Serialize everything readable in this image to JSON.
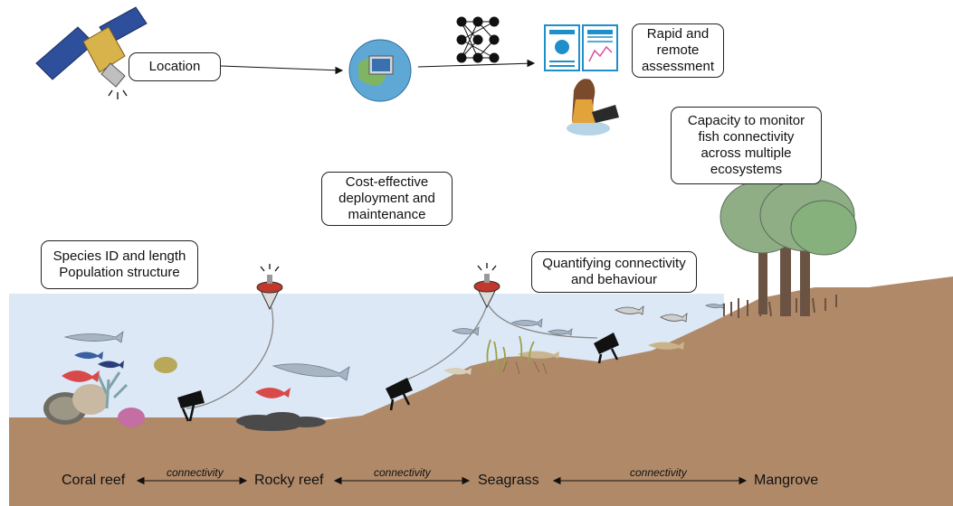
{
  "callouts": {
    "location": "Location",
    "rapid": "Rapid and\nremote\nassessment",
    "capacity": "Capacity to monitor\nfish connectivity\nacross multiple\necosystems",
    "cost": "Cost-effective\ndeployment and\nmaintenance",
    "species": "Species ID and length\nPopulation structure",
    "quantifying": "Quantifying connectivity\nand behaviour"
  },
  "ecosystems": [
    "Coral reef",
    "Rocky reef",
    "Seagrass",
    "Mangrove"
  ],
  "connectivity_label": "connectivity",
  "colors": {
    "water": "#dde8f6",
    "sediment": "#b08968",
    "tree_canopy": "#8fae86",
    "tree_trunk": "#6b5344",
    "camera": "#111111",
    "buoy_red": "#c0392b",
    "document_border": "#1f8fc9"
  },
  "icons": [
    "satellite-icon",
    "globe-computer-icon",
    "neural-network-icon",
    "report-documents-icon",
    "analyst-laptop-icon",
    "buoy-icon",
    "underwater-camera-icon",
    "fish-icon",
    "coral-icon",
    "mangrove-tree-icon",
    "seagrass-icon"
  ]
}
